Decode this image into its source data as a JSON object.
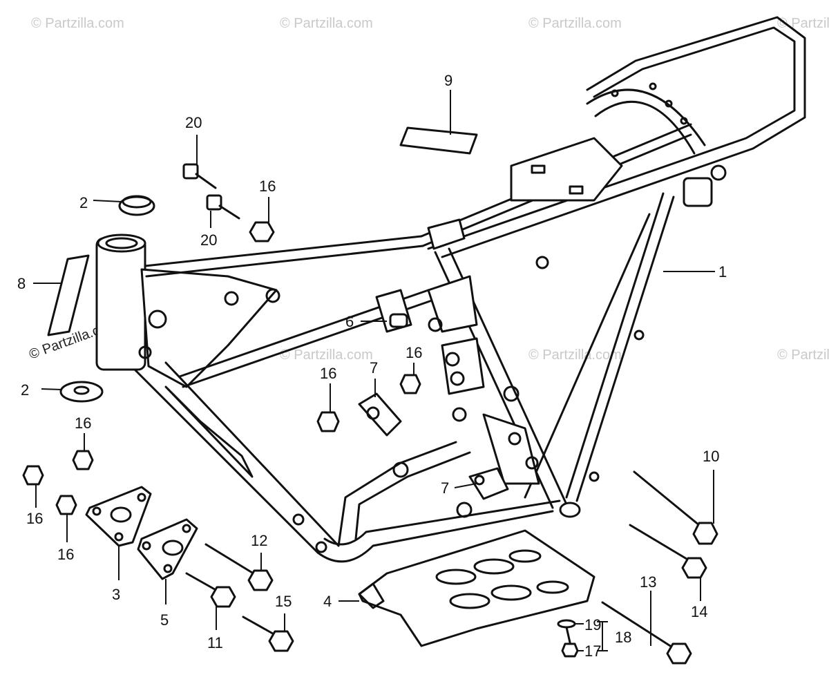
{
  "watermark": {
    "text": "© Partzilla.com"
  },
  "callouts": {
    "c1": "1",
    "c2a": "2",
    "c2b": "2",
    "c3": "3",
    "c4": "4",
    "c5": "5",
    "c6": "6",
    "c7a": "7",
    "c7b": "7",
    "c8": "8",
    "c9": "9",
    "c10": "10",
    "c11": "11",
    "c12": "12",
    "c13": "13",
    "c14": "14",
    "c15": "15",
    "c16a": "16",
    "c16b": "16",
    "c16c": "16",
    "c16d": "16",
    "c16e": "16",
    "c16f": "16",
    "c17": "17",
    "c18": "18",
    "c19": "19",
    "c20a": "20",
    "c20b": "20"
  },
  "icons": {
    "frame": "motorcycle-frame-icon",
    "bolt": "bolt-icon",
    "nut": "nut-icon",
    "washer": "washer-icon",
    "bracket": "bracket-icon",
    "skid_plate": "skid-plate-icon"
  }
}
